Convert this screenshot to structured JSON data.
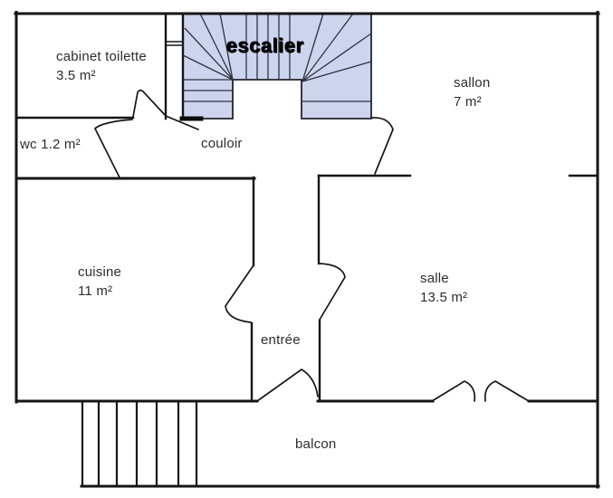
{
  "plan": {
    "colors": {
      "background": "#ffffff",
      "wall": "#161616",
      "stair_fill": "#ccd4ee",
      "label": "#2d2d2d"
    },
    "rooms": [
      {
        "id": "cabinet-toilette",
        "label": "cabinet toilette",
        "area": "3.5 m²"
      },
      {
        "id": "wc",
        "label": "wc 1.2 m²",
        "area": ""
      },
      {
        "id": "escalier",
        "label": "escalier",
        "area": ""
      },
      {
        "id": "couloir",
        "label": "couloir",
        "area": ""
      },
      {
        "id": "sallon",
        "label": "sallon",
        "area": "7 m²"
      },
      {
        "id": "cuisine",
        "label": "cuisine",
        "area": "11 m²"
      },
      {
        "id": "salle",
        "label": "salle",
        "area": "13.5 m²"
      },
      {
        "id": "entree",
        "label": "entrée",
        "area": ""
      },
      {
        "id": "balcon",
        "label": "balcon",
        "area": ""
      }
    ]
  }
}
